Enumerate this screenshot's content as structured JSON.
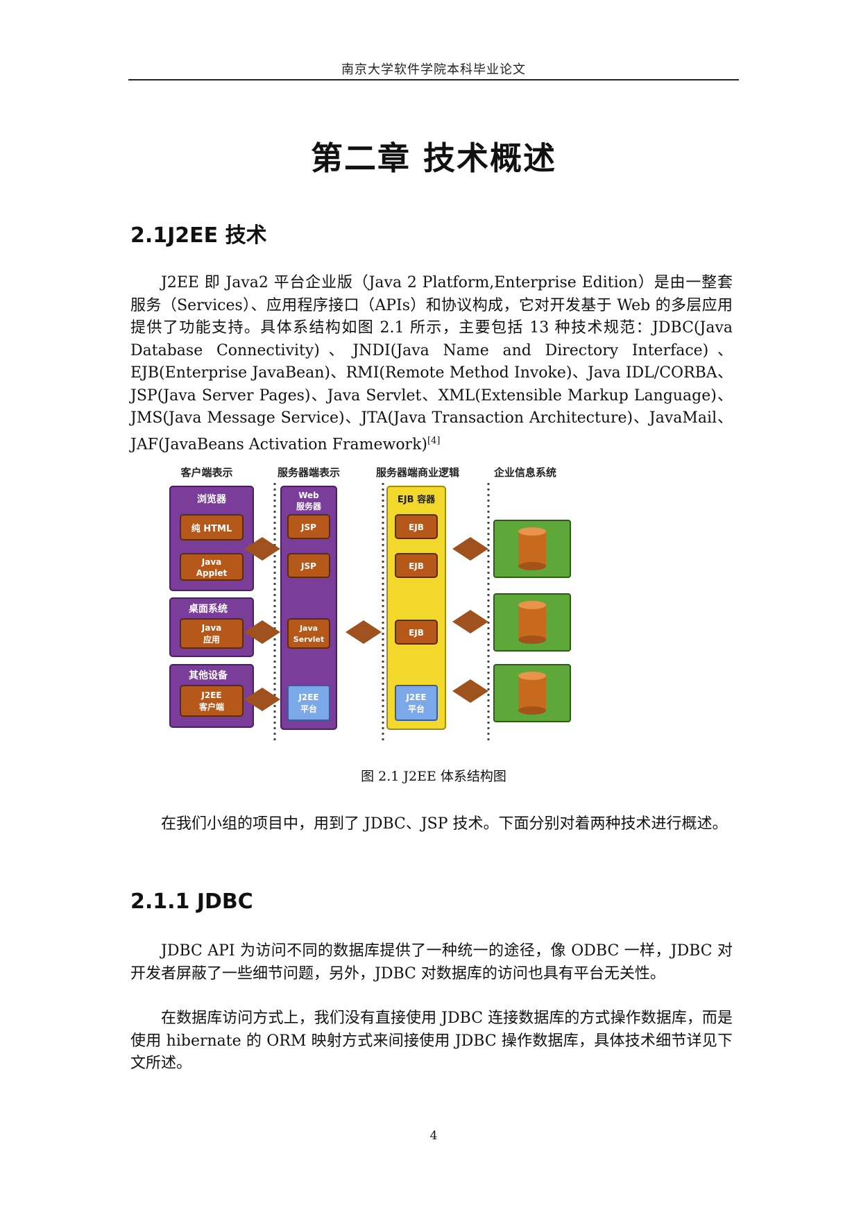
{
  "header": {
    "text": "南京大学软件学院本科毕业论文"
  },
  "chapter_title": "第二章  技术概述",
  "section1": {
    "title": "2.1J2EE 技术",
    "paragraph": "J2EE 即 Java2 平台企业版（Java 2 Platform,Enterprise Edition）是由一整套服务（Services）、应用程序接口（APIs）和协议构成，它对开发基于 Web 的多层应用提供了功能支持。具体系结构如图 2.1 所示，主要包括 13 种技术规范：JDBC(Java Database Connectivity)、JNDI(Java Name and Directory Interface)、EJB(Enterprise JavaBean)、RMI(Remote Method Invoke)、Java IDL/CORBA、JSP(Java Server Pages)、Java Servlet、XML(Extensible Markup Language)、JMS(Java Message Service)、JTA(Java Transaction Architecture)、JavaMail、JAF(JavaBeans Activation Framework)",
    "citation": "[4]"
  },
  "figure": {
    "caption": "图 2.1 J2EE 体系结构图",
    "columns": [
      "客户端表示",
      "服务器端表示",
      "服务器端商业逻辑",
      "企业信息系统"
    ],
    "client_groups": [
      {
        "title": "浏览器",
        "items": [
          "纯 HTML",
          "Java\nApplet"
        ]
      },
      {
        "title": "桌面系统",
        "items": [
          "Java\n应用"
        ]
      },
      {
        "title": "其他设备",
        "items": [
          "J2EE\n客户端"
        ]
      }
    ],
    "web_container": {
      "title": "Web\n服务器",
      "items": [
        "JSP",
        "JSP",
        "Java\nServlet"
      ],
      "platform": "J2EE\n平台"
    },
    "ejb_container": {
      "title": "EJB 容器",
      "items": [
        "EJB",
        "EJB",
        "EJB"
      ],
      "platform": "J2EE\n平台"
    },
    "colors": {
      "purple": "#7a3e9a",
      "orange": "#b5581a",
      "yellow": "#f2d82a",
      "green": "#5ea83a",
      "blue": "#7aa8e8",
      "arrow": "#a0521e"
    }
  },
  "paragraph2": "在我们小组的项目中，用到了 JDBC、JSP 技术。下面分别对着两种技术进行概述。",
  "section2": {
    "title": "2.1.1 JDBC",
    "paragraph1": "JDBC API 为访问不同的数据库提供了一种统一的途径，像 ODBC 一样，JDBC 对开发者屏蔽了一些细节问题，另外，JDBC 对数据库的访问也具有平台无关性。",
    "paragraph2": "在数据库访问方式上，我们没有直接使用 JDBC 连接数据库的方式操作数据库，而是使用 hibernate 的 ORM 映射方式来间接使用 JDBC 操作数据库，具体技术细节详见下文所述。"
  },
  "page_number": "4"
}
